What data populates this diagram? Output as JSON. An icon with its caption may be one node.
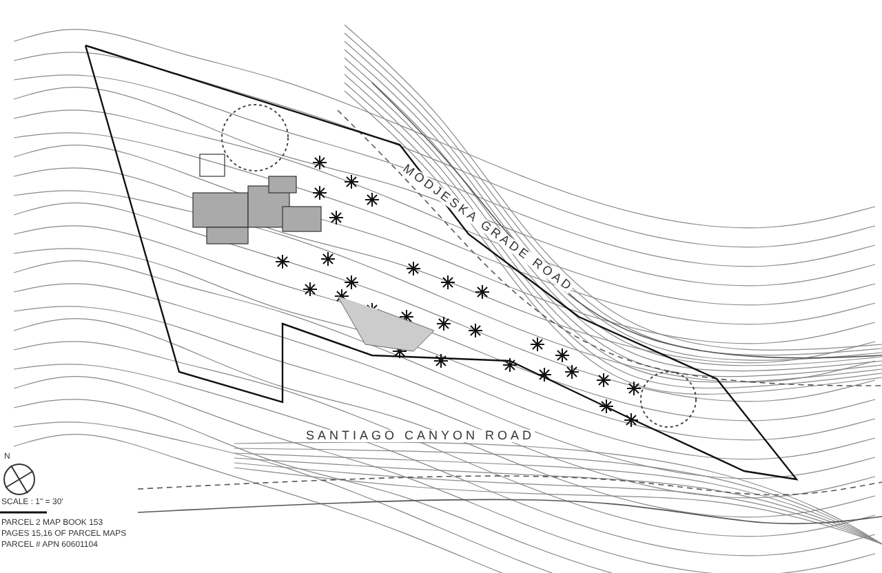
{
  "diagram": {
    "labels": [
      "MODJESKA GRADE ROAD",
      "SANTIAGO CANYON ROAD",
      "N",
      "SCALE : 1\" = 30'",
      "PARCEL 2 MAP BOOK 153",
      "PAGES 15,16 OF PARCEL MAPS",
      "PARCEL # APN 60601104"
    ]
  }
}
